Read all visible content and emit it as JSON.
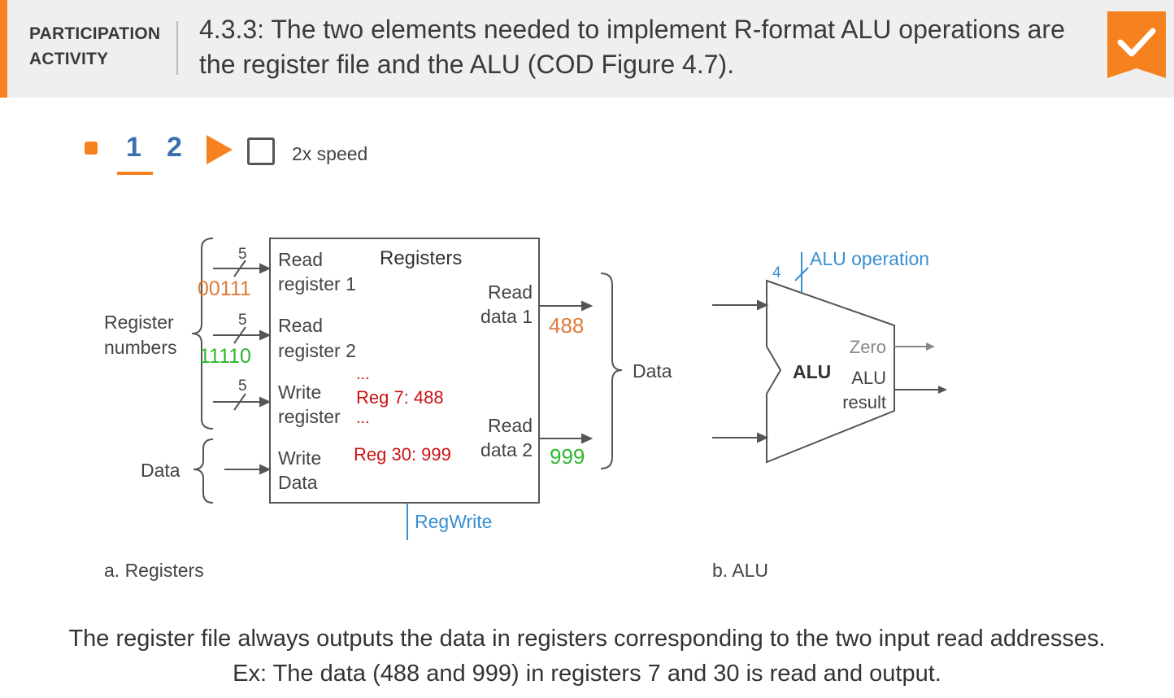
{
  "header": {
    "participation_label_line1": "PARTICIPATION",
    "participation_label_line2": "ACTIVITY",
    "title": "4.3.3: The two elements needed to implement R-format ALU operations are the register file and the ALU (COD Figure 4.7)."
  },
  "controls": {
    "steps": [
      "1",
      "2"
    ],
    "current_step": "1",
    "speed_label": "2x speed",
    "speed_checked": false
  },
  "figure": {
    "registers": {
      "title": "Registers",
      "read_register_1_line1": "Read",
      "read_register_1_line2": "register 1",
      "read_register_2_line1": "Read",
      "read_register_2_line2": "register 2",
      "write_register_line1": "Write",
      "write_register_line2": "register",
      "write_data_line1": "Write",
      "write_data_line2": "Data",
      "read_data_1_line1": "Read",
      "read_data_1_line2": "data 1",
      "read_data_2_line1": "Read",
      "read_data_2_line2": "data 2",
      "bus_width_1": "5",
      "bus_width_2": "5",
      "bus_width_3": "5",
      "register_numbers_line1": "Register",
      "register_numbers_line2": "numbers",
      "data_in_label": "Data",
      "data_out_label": "Data",
      "regwrite_label": "RegWrite",
      "read_addr_1_value": "00111",
      "read_addr_2_value": "11110",
      "read_data_1_value": "488",
      "read_data_2_value": "999",
      "ellipsis_top": "...",
      "reg7_entry": "Reg 7: 488",
      "ellipsis_mid": "...",
      "reg30_entry": "Reg 30: 999",
      "caption": "a. Registers"
    },
    "alu": {
      "operation_label": "ALU operation",
      "operation_width": "4",
      "alu_label": "ALU",
      "zero_label": "Zero",
      "result_line1": "ALU",
      "result_line2": "result",
      "caption": "b. ALU"
    }
  },
  "caption": {
    "line1": "The register file always outputs the data in registers corresponding to the two input read addresses.",
    "line2": "Ex: The data (488 and 999) in registers 7 and 30 is read and output."
  },
  "colors": {
    "accent_orange": "#f5821f",
    "step_blue": "#3c6fb0",
    "diagram_blue": "#3a8fd0",
    "highlight_orange": "#e07b39",
    "highlight_green": "#2cb82c",
    "highlight_red": "#cc1111"
  },
  "icons": {
    "check_badge": "check-badge-icon",
    "play": "play-icon",
    "start": "start-dot-icon"
  }
}
